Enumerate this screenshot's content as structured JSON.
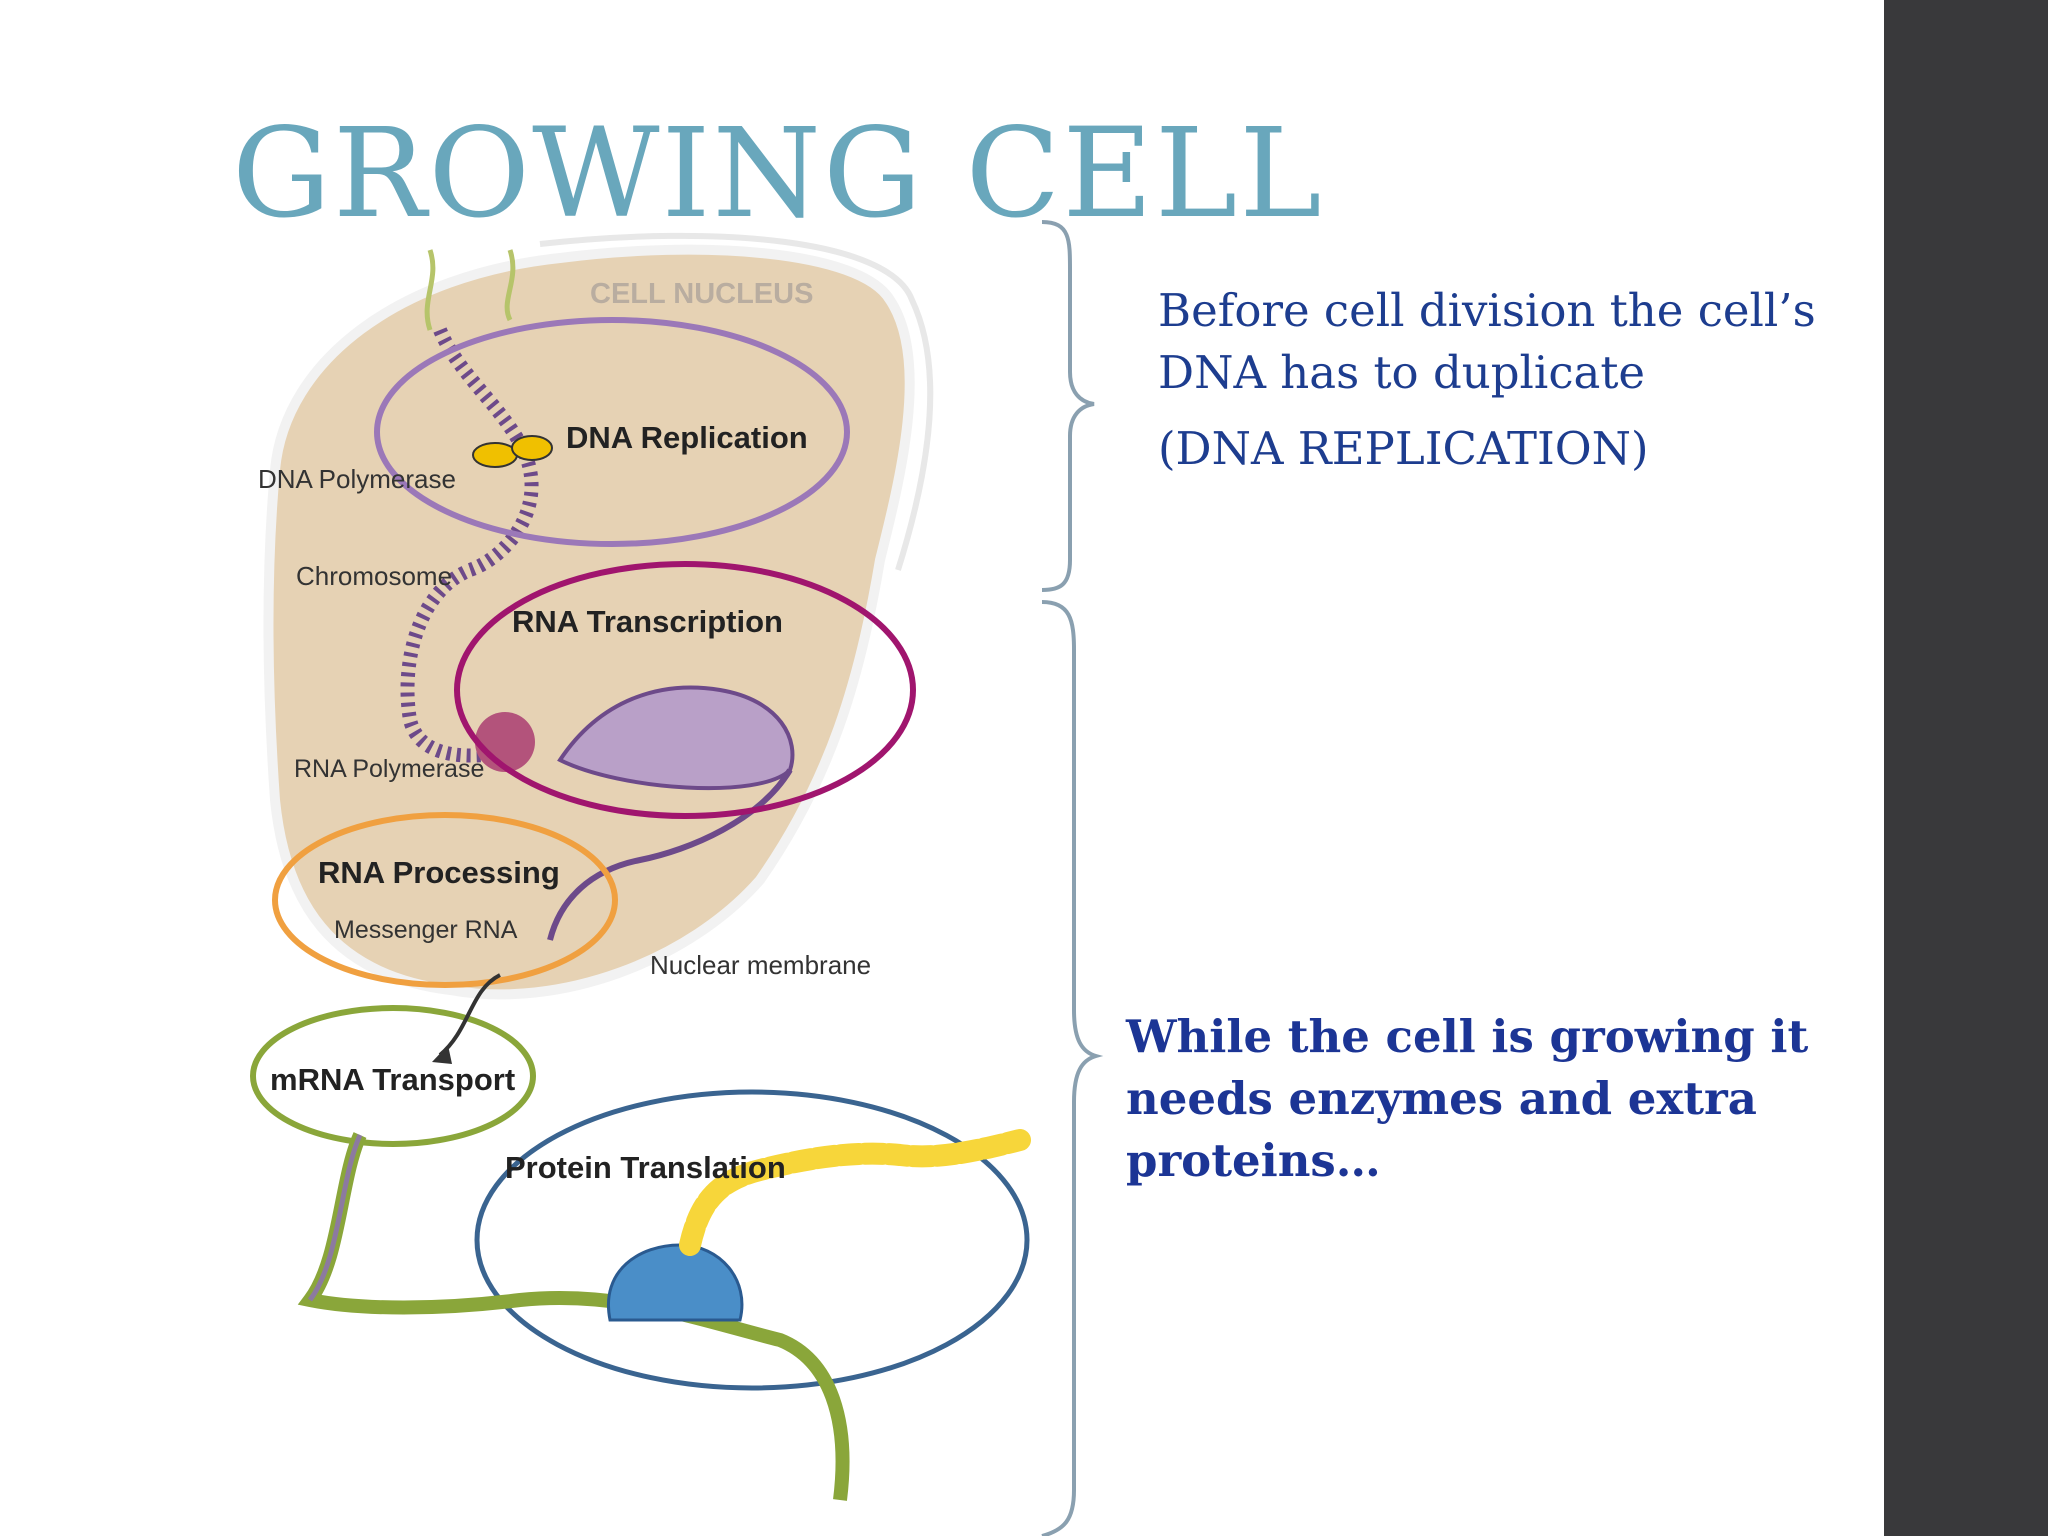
{
  "title": "GROWING CELL",
  "top_text": {
    "line1": "Before cell division the cell’s DNA has to duplicate",
    "line2": "(DNA REPLICATION)"
  },
  "bottom_text": "While the cell is growing it needs enzymes and extra proteins…",
  "diagram": {
    "nucleus_label": "CELL NUCLEUS",
    "stage_labels": {
      "dna_replication": "DNA Replication",
      "rna_transcription": "RNA Transcription",
      "rna_processing": "RNA Processing",
      "mrna_transport": "mRNA Transport",
      "protein_translation": "Protein Translation"
    },
    "part_labels": {
      "dna_polymerase": "DNA Polymerase",
      "chromosome": "Chromosome",
      "rna_polymerase": "RNA Polymerase",
      "messenger_rna": "Messenger RNA",
      "nuclear_membrane": "Nuclear membrane"
    }
  },
  "colors": {
    "title": "#69a7bc",
    "body_text": "#1d3d8f",
    "side_strip": "#39393b",
    "brace": "#8aa0b0",
    "dna_ring": "#9b78b8",
    "transcription_ring": "#a0156e",
    "processing_ring": "#f0a040",
    "transport_ring": "#8aa63a",
    "translation_ring": "#3a6490"
  }
}
